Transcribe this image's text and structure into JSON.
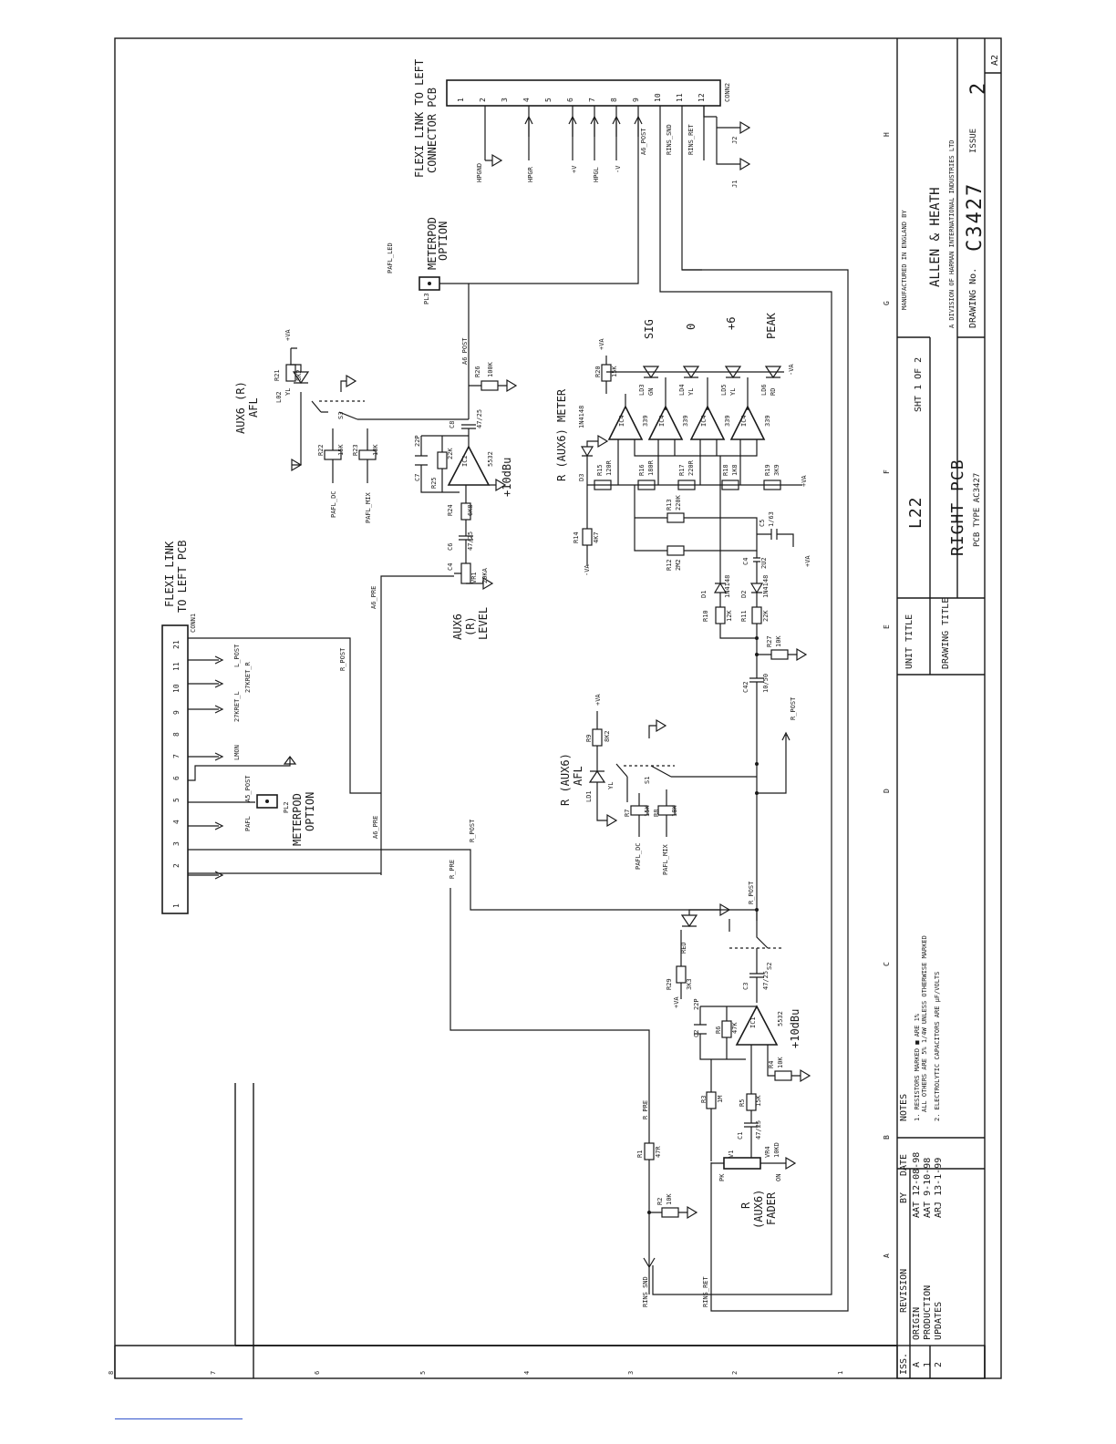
{
  "title_block": {
    "manufacturer": "MANUFACTURED IN ENGLAND BY",
    "company": "ALLEN & HEATH",
    "division": "A DIVISION OF HARMAN INTERNATIONAL INDUSTRIES LTD",
    "drawing_no_label": "DRAWING No.",
    "drawing_no": "C3427",
    "issue_label": "ISSUE",
    "issue": "2",
    "sheet_size": "A2",
    "unit_title_label": "UNIT TITLE",
    "unit_title": "L22",
    "sheet": "SHT 1 OF 2",
    "drawing_title_label": "DRAWING TITLE",
    "drawing_title": "RIGHT PCB",
    "pcb_type": "PCB TYPE AC3427"
  },
  "revision_table": {
    "headers": [
      "ISS.",
      "REVISION",
      "BY",
      "DATE"
    ],
    "rows": [
      {
        "iss": "A",
        "revision": "ORIGIN",
        "by_date": "AAT 12-08-98"
      },
      {
        "iss": "1",
        "revision": "PRODUCTION",
        "by_date": "AAT 9-10-98"
      },
      {
        "iss": "2",
        "revision": "UPDATES",
        "by_date": "ARJ 13-1-99"
      }
    ]
  },
  "notes": {
    "title": "NOTES",
    "line1": "1. RESISTORS MARKED ■ ARE 1%",
    "line2": "ALL OTHERS ARE 5% 1/4W UNLESS OTHERWISE MARKED",
    "line3": "2. ELECTROLYTIC CAPACITORS ARE µF/VOLTS"
  },
  "grid_letters": [
    "A",
    "B",
    "C",
    "D",
    "E",
    "F",
    "G",
    "H"
  ],
  "labels": {
    "flexi_right": "FLEXI LINK TO LEFT",
    "flexi_right2": "CONNECTOR PCB",
    "flexi_left": "FLEXI LINK",
    "flexi_left2": "TO LEFT PCB",
    "meterpod_top": "METERPOD",
    "meterpod_top2": "OPTION",
    "meterpod_left": "METERPOD",
    "meterpod_left2": "OPTION",
    "conn2": "CONN2",
    "conn1": "CONN1",
    "pl3": "PL3",
    "pl2": "PL2",
    "pafl_led": "PAFL_LED",
    "a6_post_top": "A6_POST",
    "rins_snd": "RINS_SND",
    "rins_ret": "RINS_RET",
    "hpgnd": "HPGND",
    "hpgr": "HPGR",
    "hpgl": "HPGL",
    "pv": "+V",
    "mv": "-V",
    "j1": "J1",
    "j2": "J2",
    "aux6r_afl": "AUX6 (R)",
    "aux6r_afl2": "AFL",
    "l02": "L02",
    "yl1": "YL",
    "s3": "S3",
    "r21": "R21",
    "r21v": "8K2",
    "va1": "+VA",
    "r22": "R22",
    "r22v": "15K",
    "r23": "R23",
    "r23v": "18K",
    "pafl_dc1": "PAFL_DC",
    "pafl_mix1": "PAFL_MIX",
    "c8": "C8",
    "c8v": "47/25",
    "r26": "R26",
    "r26v": "100K",
    "a6_post2": "A6_POST",
    "c7": "C7",
    "c7v": "22P",
    "r25": "R25",
    "r25v": "22K",
    "ic2": "IC2",
    "ic2v": "5532",
    "plus10dbu1": "+10dBu",
    "r24": "R24",
    "r24v": "6K8",
    "c6": "C6",
    "c6v": "47/25",
    "vr1": "VR1",
    "vr1v": "20KA",
    "c4": "C4",
    "aux6_level": "AUX6",
    "aux6_level2": "(R)",
    "aux6_level3": "LEVEL",
    "a6_pre1": "A6_PRE",
    "meter_title": "R (AUX6) METER",
    "sig": "SIG",
    "zero": "0",
    "plus6": "+6",
    "peak": "PEAK",
    "r20": "R20",
    "r20v": "15K",
    "ld3": "LD3",
    "ld3v": "GN",
    "ld4": "LD4",
    "ld4v": "YL",
    "ld5": "LD5",
    "ld5v": "YL",
    "ld6": "LD6",
    "ld6v": "RD",
    "va_meter": "+VA",
    "mva_meter": "-VA",
    "ic4": "IC4",
    "ic4v": "339",
    "d3": "D3",
    "d3v": "1N4148",
    "r15": "R15",
    "r15v": "120R",
    "r16": "R16",
    "r16v": "180R",
    "r17": "R17",
    "r17v": "220R",
    "r18": "R18",
    "r18v": "1K8",
    "r19": "R19",
    "r19v": "3K9",
    "r13": "R13",
    "r13v": "220K",
    "r14": "R14",
    "r14v": "4K7",
    "r12": "R12",
    "r12v": "2M2",
    "c5": "C5",
    "c5v": "1/63",
    "c4b": "C4",
    "c4bv": "2U2",
    "d1": "D1",
    "d1v": "1N4148",
    "d2": "D2",
    "d2v": "1N4148",
    "r10": "R10",
    "r10v": "12K",
    "r11": "R11",
    "r11v": "22K",
    "r27": "R27",
    "r27v": "10K",
    "c42": "C42",
    "c42v": "10/50",
    "r_post1": "R_POST",
    "r_aux6_afl": "R (AUX6)",
    "r_aux6_afl2": "AFL",
    "ld1": "LD1",
    "yl2": "YL",
    "r9": "R9",
    "r9v": "8K2",
    "va2": "+VA",
    "s1": "S1",
    "r7": "R7",
    "r7v": "15K",
    "r8": "R8",
    "r8v": "18K",
    "pafl_dc2": "PAFL_DC",
    "pafl_mix2": "PAFL_MIX",
    "r_post2": "R_POST",
    "r_post3": "R_POST",
    "r_post4": "R_POST",
    "r_pre1": "R_PRE",
    "r_pre2": "R_PRE",
    "a6_pre2": "A6_PRE",
    "l_post": "L_POST",
    "r27kret": "27KRET_R",
    "l27kret": "27KRET_L",
    "lmon": "LMON",
    "a5_post": "A5_POST",
    "pafl": "PAFL",
    "red": "RED",
    "r29": "R29",
    "r29v": "3K3",
    "va3": "+VA",
    "s2": "S2",
    "c3": "C3",
    "c3v": "47/25",
    "c2": "C2",
    "c2v": "22P",
    "r6": "R6",
    "r6v": "47K",
    "ic1": "IC1",
    "ic1v": "5532",
    "plus10dbu2": "+10dBu",
    "r4": "R4",
    "r4v": "10K",
    "r5": "R5",
    "r5v": "15K",
    "r3": "R3",
    "r3v": "1M",
    "c1": "C1",
    "c1v": "47/25",
    "v1": "V1",
    "vr4": "VR4",
    "vr4v": "10KD",
    "fader": "R",
    "fader2": "(AUX6)",
    "fader3": "FADER",
    "pk": "PK",
    "on": "ON",
    "r1": "R1",
    "r1v": "47R",
    "r2": "R2",
    "r2v": "10K"
  },
  "conn2_pins": [
    "1",
    "2",
    "3",
    "4",
    "5",
    "6",
    "7",
    "8",
    "9",
    "10",
    "11",
    "12"
  ],
  "conn1_pins": [
    "21",
    "11",
    "10",
    "9",
    "8",
    "7",
    "6",
    "5",
    "4",
    "3",
    "2",
    "1"
  ],
  "grid_numbers": [
    "8",
    "7",
    "6",
    "5",
    "4",
    "3",
    "2",
    "1"
  ]
}
